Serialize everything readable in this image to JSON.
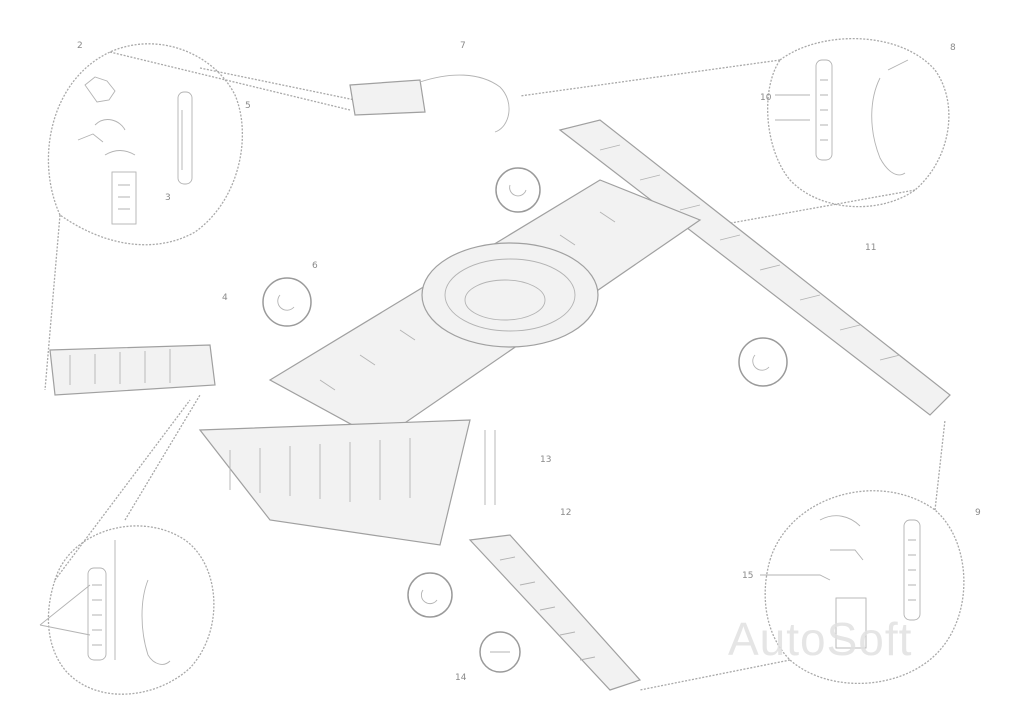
{
  "watermark": {
    "text": "AutoSoft"
  },
  "callouts": [
    "2",
    "7",
    "5",
    "3",
    "4",
    "6",
    "8",
    "9",
    "10",
    "11",
    "12",
    "13",
    "14",
    "15"
  ]
}
